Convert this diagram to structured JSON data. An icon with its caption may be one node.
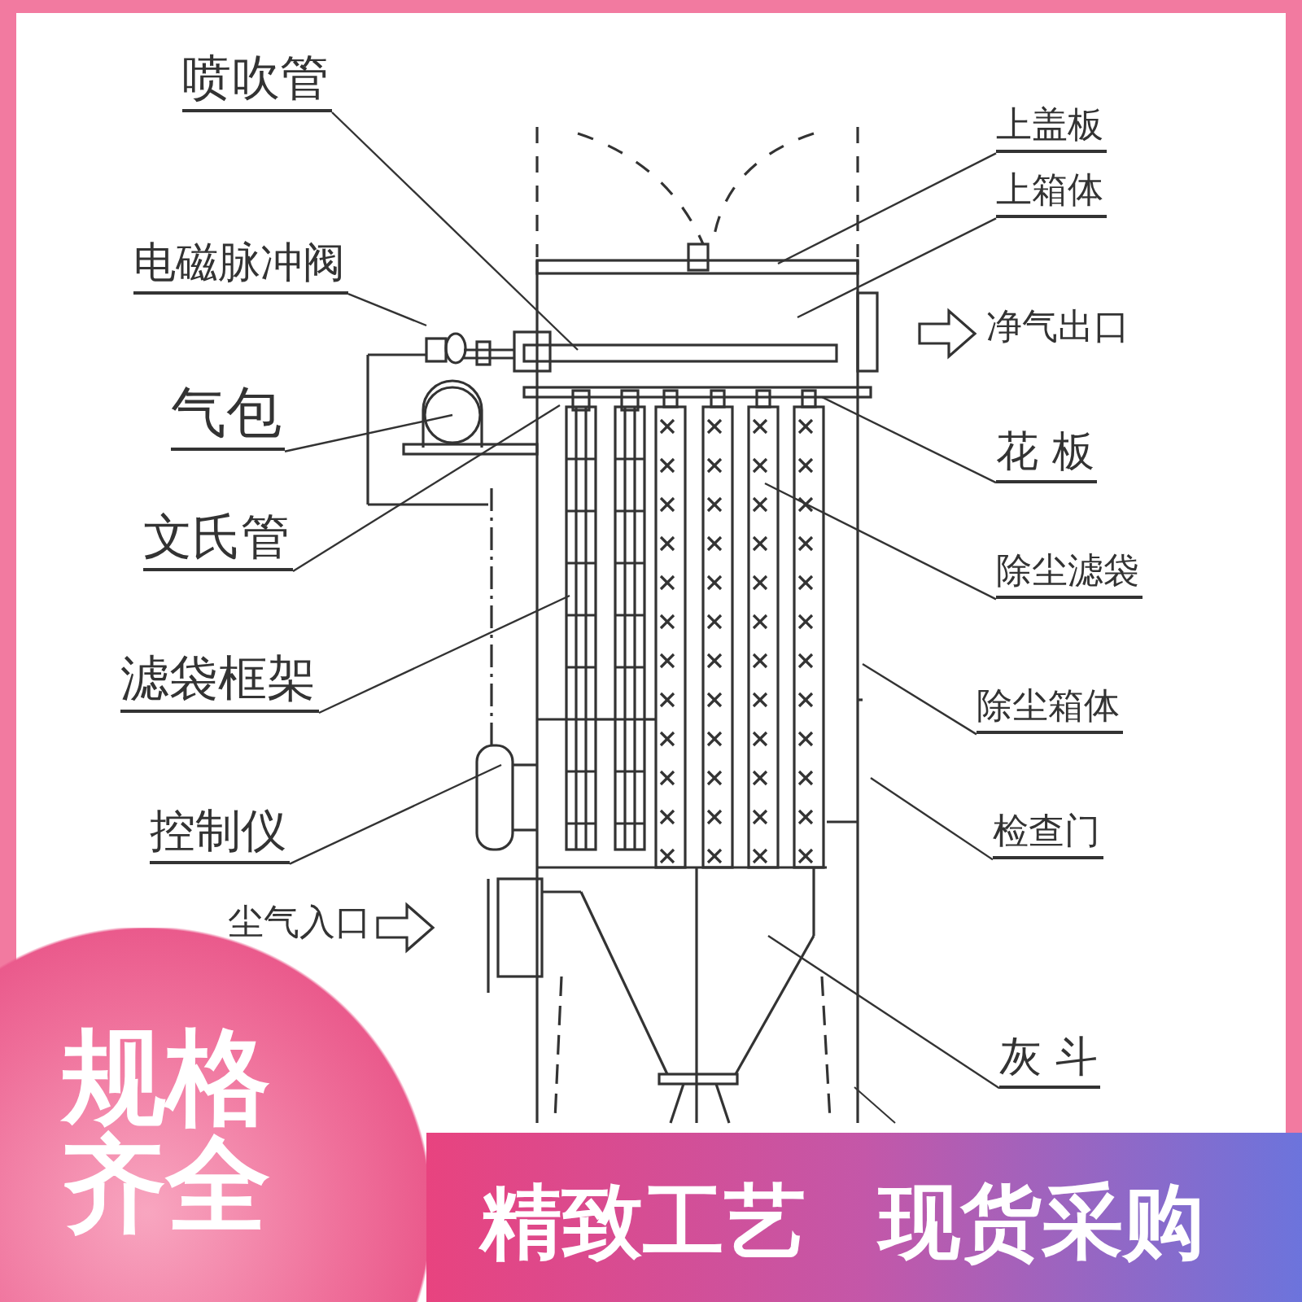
{
  "diagram": {
    "nodes": [
      {
        "text": [
          "喷吹管"
        ]
      },
      {
        "text": [
          "电磁脉冲阀"
        ]
      },
      {
        "text": [
          "气包"
        ]
      },
      {
        "text": [
          "文氏管"
        ]
      },
      {
        "text": [
          "滤袋框架"
        ]
      },
      {
        "text": [
          "控制仪"
        ]
      },
      {
        "text": [
          "上盖板"
        ]
      },
      {
        "text": [
          "上箱体"
        ]
      },
      {
        "text": [
          "花 板"
        ]
      },
      {
        "text": [
          "除尘滤袋"
        ]
      },
      {
        "text": [
          "除尘箱体"
        ]
      },
      {
        "text": [
          "检查门"
        ]
      },
      {
        "text": [
          "灰 斗"
        ]
      },
      {
        "text": [
          "规格齐全"
        ]
      },
      {
        "text": [
          "精致工艺",
          "现货采购"
        ]
      }
    ],
    "edges": [
      {
        "from": 0,
        "to": null,
        "arrow": "none"
      },
      {
        "from": 1,
        "to": null,
        "arrow": "none"
      },
      {
        "from": 2,
        "to": null,
        "arrow": "none"
      },
      {
        "from": 3,
        "to": null,
        "arrow": "none"
      },
      {
        "from": 4,
        "to": null,
        "arrow": "none"
      },
      {
        "from": 5,
        "to": null,
        "arrow": "none"
      },
      {
        "from": 6,
        "to": null,
        "arrow": "none"
      },
      {
        "from": 7,
        "to": null,
        "arrow": "none"
      },
      {
        "from": 8,
        "to": null,
        "arrow": "none"
      },
      {
        "from": 9,
        "to": null,
        "arrow": "none"
      },
      {
        "from": 10,
        "to": null,
        "arrow": "none"
      },
      {
        "from": 11,
        "to": null,
        "arrow": "none"
      },
      {
        "from": 12,
        "to": null,
        "arrow": "none"
      }
    ],
    "labels": [
      "净气出口",
      "尘气入口"
    ]
  }
}
